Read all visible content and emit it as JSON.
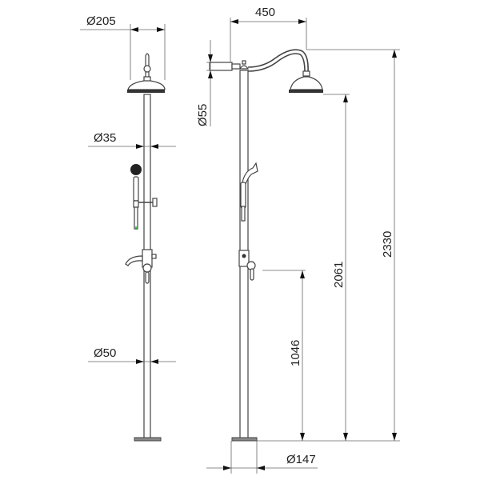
{
  "drawing": {
    "front_view": {
      "head_diameter": "Ø205",
      "pipe_diameter_top": "Ø35",
      "pipe_diameter_bottom": "Ø50"
    },
    "side_view": {
      "arm_reach": "450",
      "wall_bracket_diameter": "Ø55",
      "mixer_height": "1046",
      "head_height": "2061",
      "total_height": "2330",
      "base_diameter": "Ø147"
    },
    "colors": {
      "line": "#444444",
      "accent": "#22aa22"
    }
  }
}
